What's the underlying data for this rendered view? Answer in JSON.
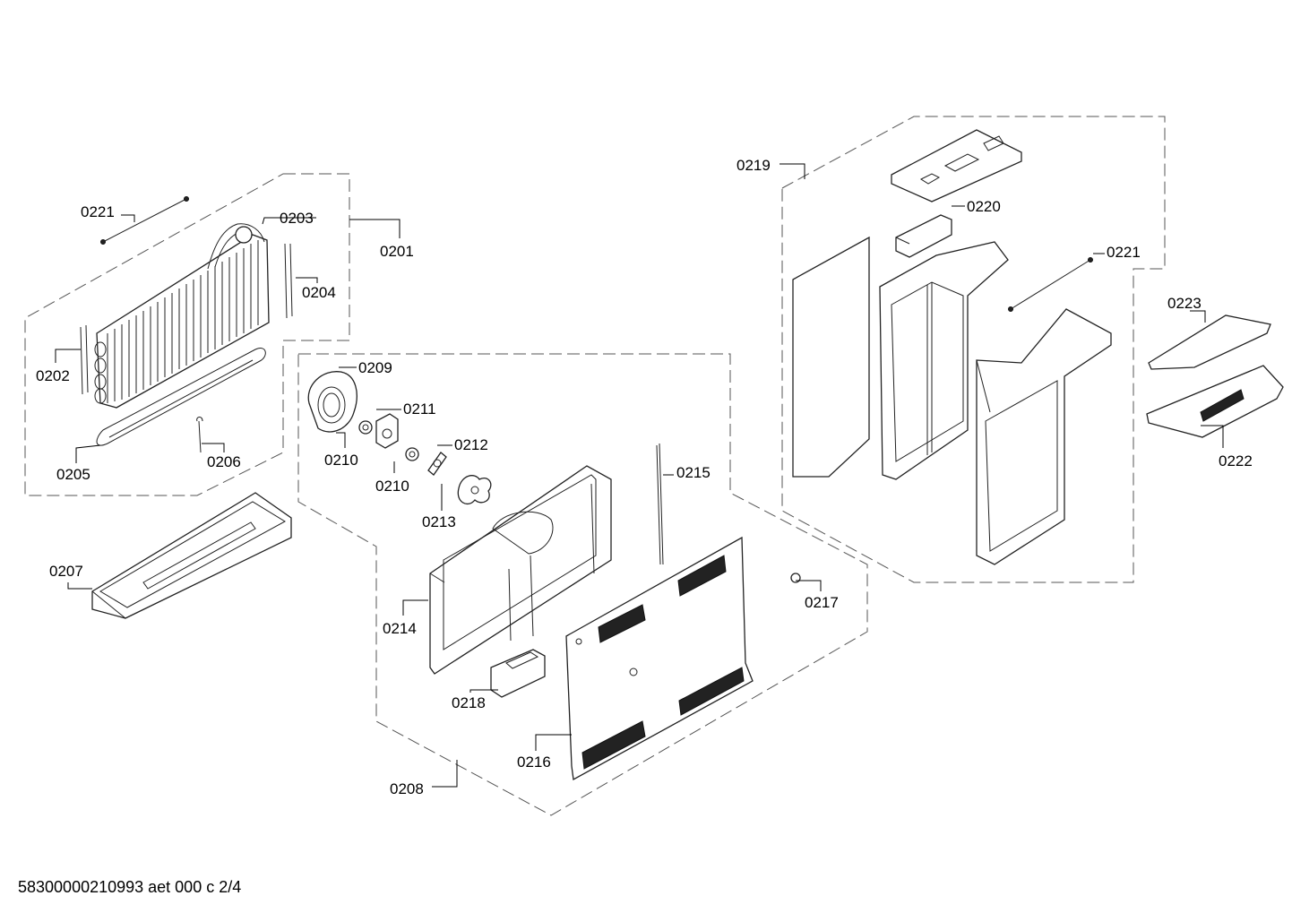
{
  "labels": {
    "p0201": "0201",
    "p0202": "0202",
    "p0203": "0203",
    "p0204": "0204",
    "p0205": "0205",
    "p0206": "0206",
    "p0207": "0207",
    "p0208": "0208",
    "p0209": "0209",
    "p0210a": "0210",
    "p0210b": "0210",
    "p0211": "0211",
    "p0212": "0212",
    "p0213": "0213",
    "p0214": "0214",
    "p0215": "0215",
    "p0216": "0216",
    "p0217": "0217",
    "p0218": "0218",
    "p0219": "0219",
    "p0220": "0220",
    "p0221a": "0221",
    "p0221b": "0221",
    "p0222": "0222",
    "p0223": "0223"
  },
  "footer": "58300000210993 aet 000 c 2/4"
}
